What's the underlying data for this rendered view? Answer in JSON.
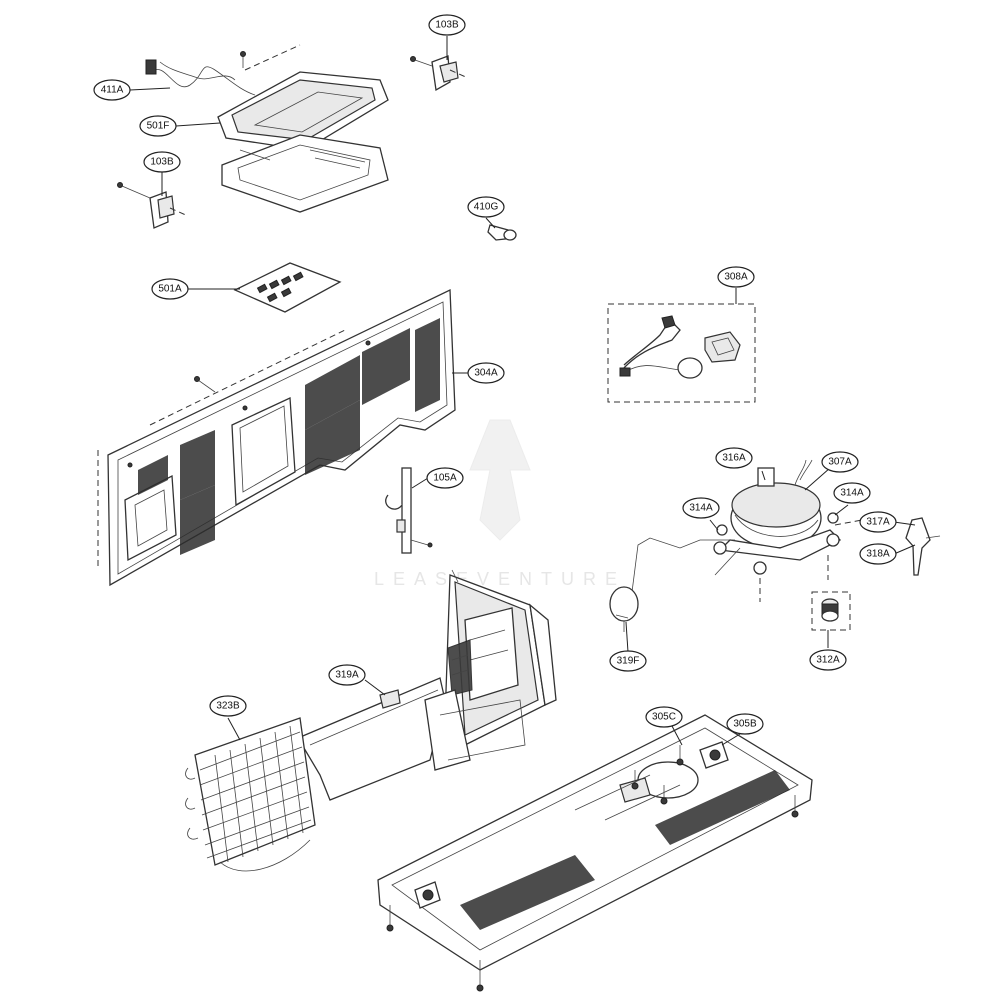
{
  "diagram": {
    "watermark": "LEASEVENTURE",
    "labels": [
      {
        "id": "411A"
      },
      {
        "id": "103B"
      },
      {
        "id": "501F"
      },
      {
        "id": "103B"
      },
      {
        "id": "410G"
      },
      {
        "id": "501A"
      },
      {
        "id": "304A"
      },
      {
        "id": "308A"
      },
      {
        "id": "105A"
      },
      {
        "id": "316A"
      },
      {
        "id": "307A"
      },
      {
        "id": "314A"
      },
      {
        "id": "314A"
      },
      {
        "id": "317A"
      },
      {
        "id": "318A"
      },
      {
        "id": "319F"
      },
      {
        "id": "312A"
      },
      {
        "id": "319A"
      },
      {
        "id": "323B"
      },
      {
        "id": "305C"
      },
      {
        "id": "305B"
      }
    ]
  }
}
